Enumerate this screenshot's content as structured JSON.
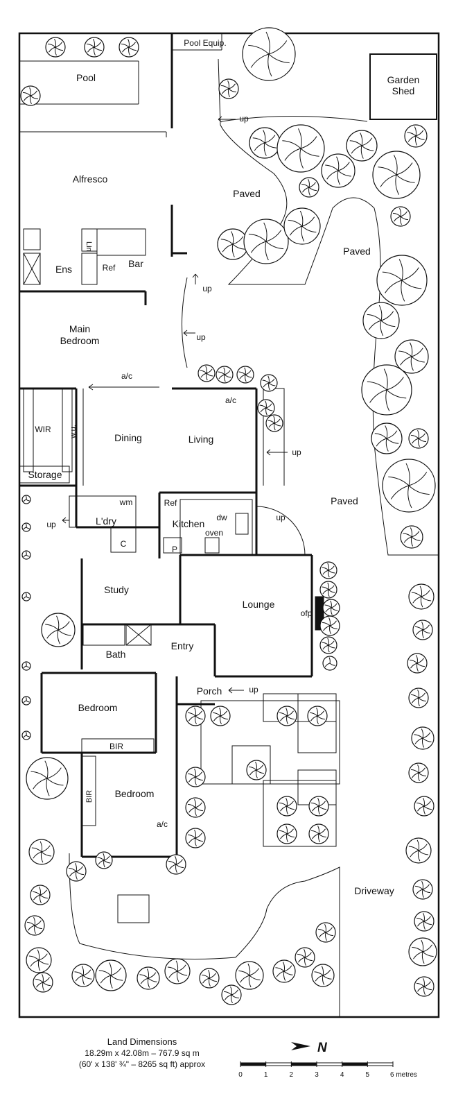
{
  "rooms": {
    "pool_equip": "Pool Equip.",
    "pool": "Pool",
    "garden_shed": "Garden\nShed",
    "alfresco": "Alfresco",
    "paved": "Paved",
    "lin": "Lin",
    "ens": "Ens",
    "ref": "Ref",
    "bar": "Bar",
    "main_bedroom": "Main\nBedroom",
    "ac": "a/c",
    "wir": "WIR",
    "wu": "w.u.",
    "storage": "Storage",
    "dining": "Dining",
    "living": "Living",
    "wm": "wm",
    "laundry": "L'dry",
    "c": "C",
    "kitchen": "Kitchen",
    "dw": "dw",
    "oven": "oven",
    "p": "P",
    "study": "Study",
    "lounge": "Lounge",
    "ofp": "ofp",
    "bath": "Bath",
    "entry": "Entry",
    "porch": "Porch",
    "bedroom": "Bedroom",
    "bir": "BIR",
    "driveway": "Driveway",
    "up": "up"
  },
  "footer": {
    "title": "Land Dimensions",
    "line1": "18.29m x 42.08m – 767.9 sq m",
    "line2": "(60' x 138' ¾\" – 8265 sq ft) approx"
  },
  "compass": {
    "label": "N",
    "icon": "north-arrow-icon"
  },
  "scale": {
    "ticks": [
      "0",
      "1",
      "2",
      "3",
      "4",
      "5",
      "6 metres"
    ]
  }
}
